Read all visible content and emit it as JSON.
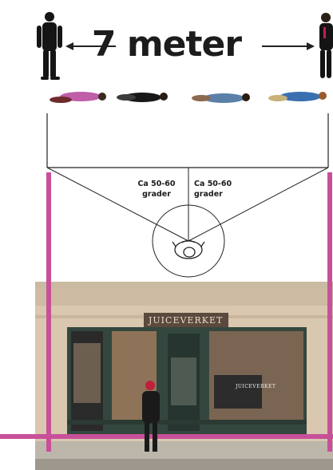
{
  "distance_label": "7 meter",
  "angle_left": "Ca 50-60\ngrader",
  "angle_right": "Ca 50-60\ngrader",
  "shop_sign": "JUICEVERKET",
  "window_logo": "JUICEVERKET",
  "colors": {
    "guide_line": "#c8509a",
    "facade": "#d9c7b0",
    "storefront": "#34473e",
    "sidewalk": "#bdb6ab"
  }
}
